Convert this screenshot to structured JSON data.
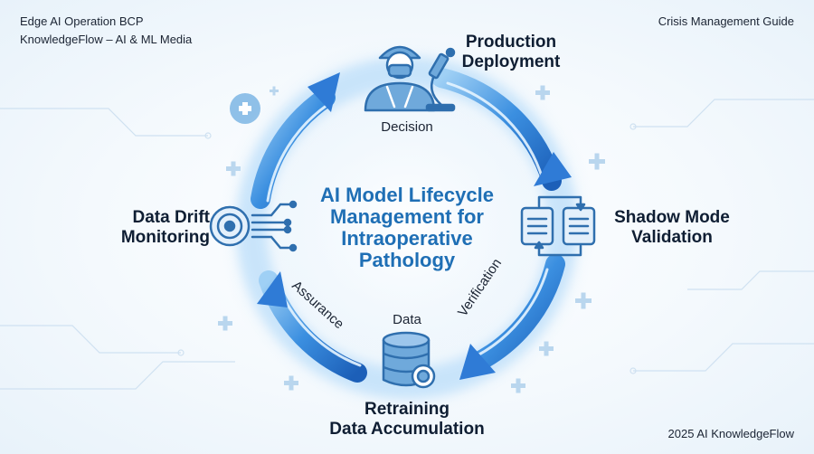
{
  "header": {
    "left_line1": "Edge AI Operation BCP",
    "left_line2": "KnowledgeFlow – AI & ML Media",
    "right": "Crisis Management Guide"
  },
  "footer": {
    "right": "2025 AI KnowledgeFlow"
  },
  "center_title": {
    "line1": "AI Model Lifecycle",
    "line2": "Management for",
    "line3": "Intraoperative",
    "line4": "Pathology"
  },
  "stages": {
    "top": {
      "line1": "Production",
      "line2": "Deployment",
      "icon": "doctor-microscope-icon"
    },
    "right": {
      "line1": "Shadow Mode",
      "line2": "Validation",
      "icon": "compare-documents-icon"
    },
    "bottom": {
      "line1": "Retraining",
      "line2": "Data Accumulation",
      "icon": "database-icon"
    },
    "left": {
      "line1": "Data Drift",
      "line2": "Monitoring",
      "icon": "drift-sensor-icon"
    }
  },
  "flow_labels": {
    "decision": "Decision",
    "verification": "Verification",
    "data": "Data",
    "assurance": "Assurance"
  },
  "colors": {
    "accent": "#1f6fb5",
    "ring": "#5aa8e6",
    "icon": "#2f6fae",
    "decor": "#b9d6ee"
  }
}
